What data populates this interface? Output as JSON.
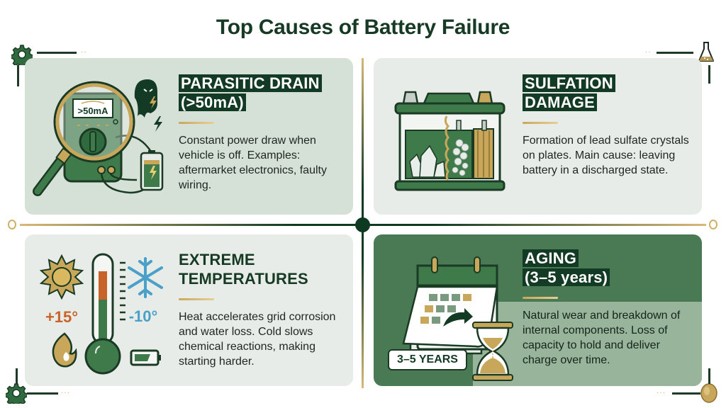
{
  "title": "Top Causes of Battery Failure",
  "panels": [
    {
      "id": "parasitic-drain",
      "heading_lines": [
        "PARASITIC DRAIN",
        "(>50mA)"
      ],
      "heading_style": "highlighted",
      "description": "Constant power draw when vehicle is off. Examples: aftermarket electronics, faulty wiring.",
      "icon": "multimeter-magnifier-icon",
      "icon_label": ">50mA",
      "background": "#d5e0d7"
    },
    {
      "id": "sulfation-damage",
      "heading_lines": [
        "SULFATION",
        "DAMAGE"
      ],
      "heading_style": "highlighted",
      "description": "Formation of lead sulfate crystals on plates. Main cause: leaving battery in a discharged state.",
      "icon": "battery-crystals-icon",
      "background": "#e7ece8"
    },
    {
      "id": "extreme-temperatures",
      "heading_lines": [
        "EXTREME",
        "TEMPERATURES"
      ],
      "heading_style": "plain",
      "description": "Heat accelerates grid corrosion and water loss. Cold slows chemical reactions, making starting harder.",
      "icon": "thermometer-icon",
      "hot_label": "+15°",
      "cold_label": "-10°",
      "background": "#e7ece8"
    },
    {
      "id": "aging",
      "heading_lines": [
        "AGING",
        "(3–5 years)"
      ],
      "heading_style": "highlighted",
      "description": "Natural wear and breakdown of internal components. Loss of capacity to hold and deliver charge over time.",
      "icon": "calendar-hourglass-icon",
      "badge": "3–5 YEARS",
      "background": "#4a7a54"
    }
  ],
  "colors": {
    "dark_green": "#123a24",
    "mid_green": "#4a7a54",
    "gold": "#c9a75a",
    "hot": "#c8642a",
    "cold": "#4aa0c8"
  },
  "decorations": [
    "gear-icon",
    "flask-icon",
    "gear-icon",
    "coin-icon"
  ]
}
